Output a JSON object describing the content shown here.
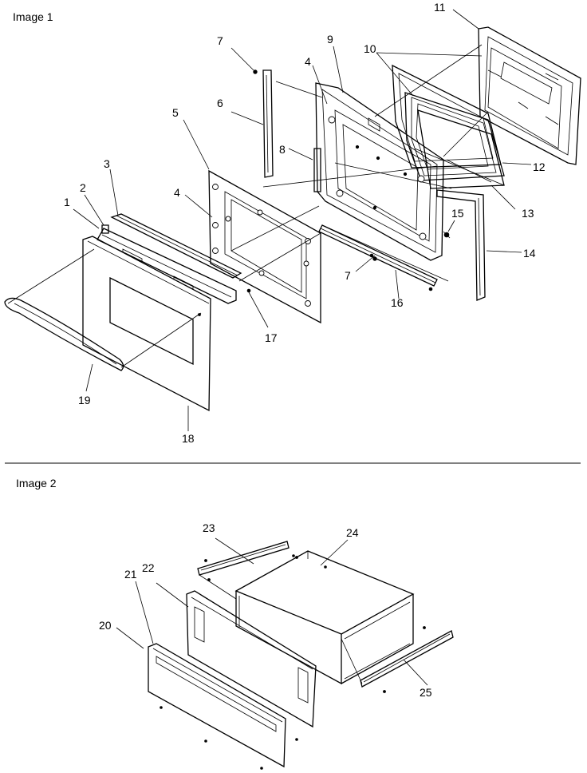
{
  "images": [
    {
      "title": "Image 1",
      "callouts": [
        "1",
        "2",
        "3",
        "4",
        "4",
        "5",
        "6",
        "7",
        "7",
        "8",
        "9",
        "10",
        "11",
        "12",
        "13",
        "14",
        "15",
        "16",
        "17",
        "18",
        "19"
      ]
    },
    {
      "title": "Image 2",
      "callouts": [
        "20",
        "21",
        "22",
        "23",
        "24",
        "25"
      ]
    }
  ]
}
